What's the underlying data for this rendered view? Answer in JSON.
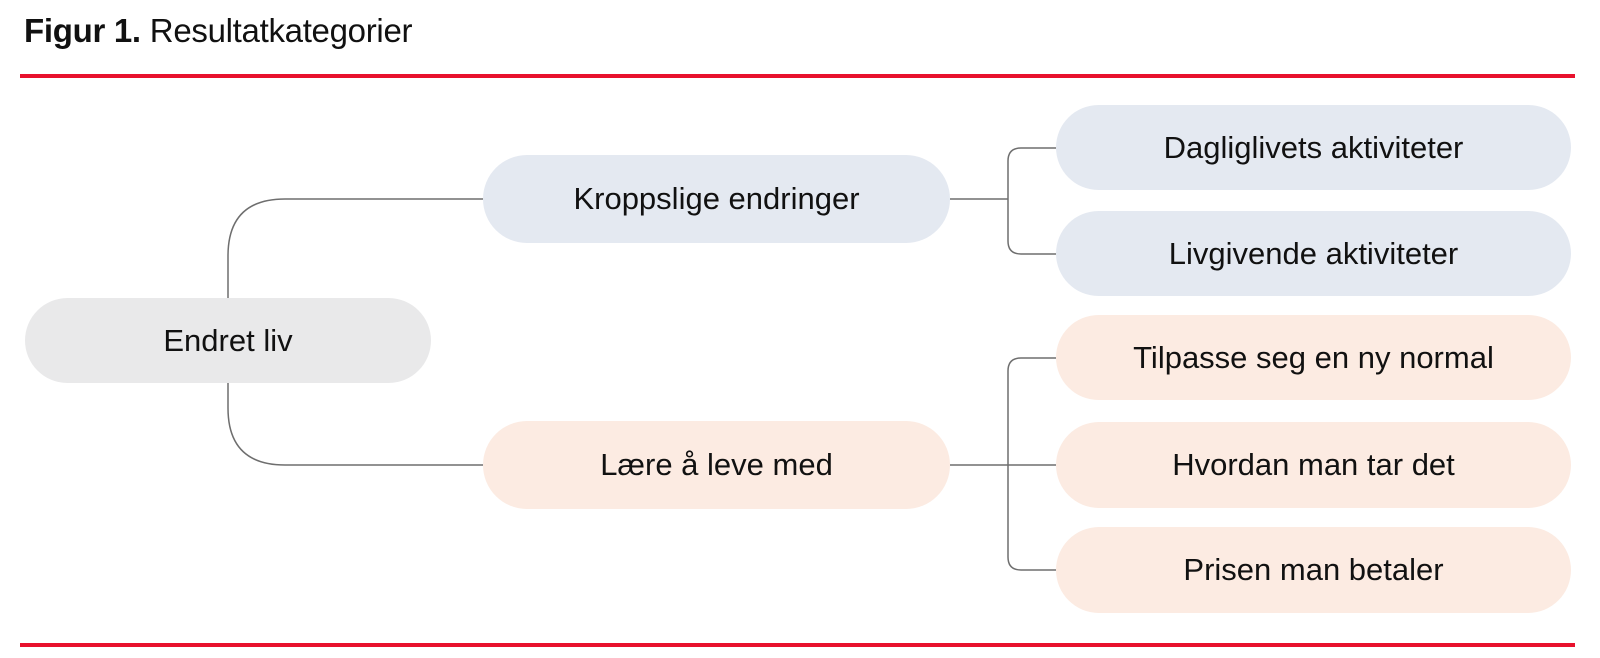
{
  "title": {
    "label": "Figur 1.",
    "text": "Resultatkategorier"
  },
  "colors": {
    "background": "#ffffff",
    "rule_red": "#e8112d",
    "root_fill": "#e9e9ea",
    "body_branch_fill": "#e4e9f1",
    "live_branch_fill": "#fcebe2",
    "connector_gray": "#6e6e6e",
    "text_dark": "#111111"
  },
  "tree": {
    "root": {
      "label": "Endret liv"
    },
    "branches": [
      {
        "label": "Kroppslige endringer",
        "children": [
          {
            "label": "Dagliglivets aktiviteter"
          },
          {
            "label": "Livgivende aktiviteter"
          }
        ]
      },
      {
        "label": "Lære å leve med",
        "children": [
          {
            "label": "Tilpasse seg en ny normal"
          },
          {
            "label": "Hvordan man tar det"
          },
          {
            "label": "Prisen man betaler"
          }
        ]
      }
    ]
  }
}
